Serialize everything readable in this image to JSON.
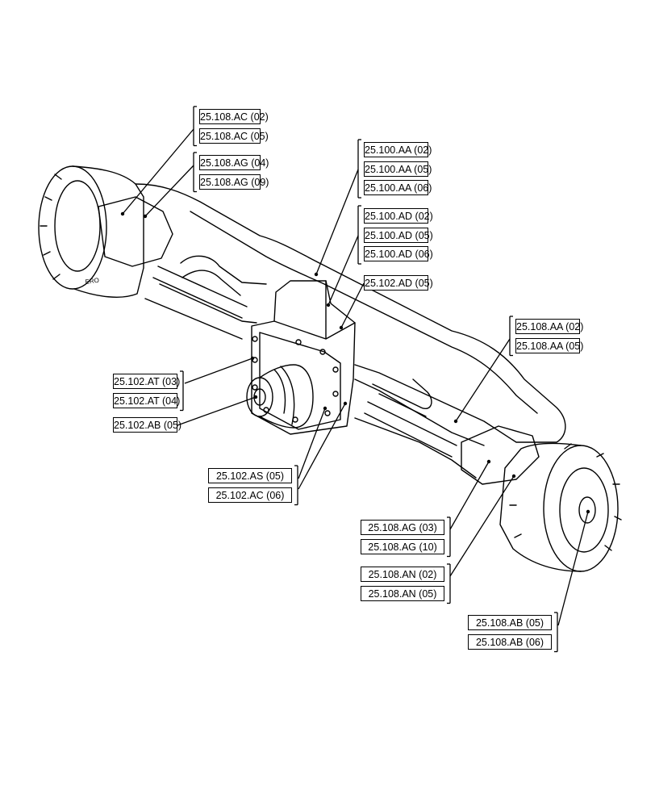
{
  "diagram": {
    "callouts": [
      {
        "id": "g-108-ac",
        "labels": [
          "25.108.AC (02)",
          "25.108.AC (05)"
        ]
      },
      {
        "id": "g-108-ag-top",
        "labels": [
          "25.108.AG (04)",
          "25.108.AG (09)"
        ]
      },
      {
        "id": "g-100-aa",
        "labels": [
          "25.100.AA (02)",
          "25.100.AA (05)",
          "25.100.AA (06)"
        ]
      },
      {
        "id": "g-100-ad",
        "labels": [
          "25.100.AD (02)",
          "25.100.AD (05)",
          "25.100.AD (06)"
        ]
      },
      {
        "id": "g-102-ad",
        "labels": [
          "25.102.AD (05)"
        ]
      },
      {
        "id": "g-108-aa",
        "labels": [
          "25.108.AA (02)",
          "25.108.AA (05)"
        ]
      },
      {
        "id": "g-102-at",
        "labels": [
          "25.102.AT (03)",
          "25.102.AT (04)"
        ]
      },
      {
        "id": "g-102-ab",
        "labels": [
          "25.102.AB (05)"
        ]
      },
      {
        "id": "g-102-as",
        "labels": [
          "25.102.AS (05)",
          "25.102.AC (06)"
        ]
      },
      {
        "id": "g-108-ag-bottom",
        "labels": [
          "25.108.AG (03)",
          "25.108.AG (10)"
        ]
      },
      {
        "id": "g-108-an",
        "labels": [
          "25.108.AN (02)",
          "25.108.AN (05)"
        ]
      },
      {
        "id": "g-108-ab",
        "labels": [
          "25.108.AB (05)",
          "25.108.AB (06)"
        ]
      }
    ],
    "hub_marking": "ERO"
  }
}
